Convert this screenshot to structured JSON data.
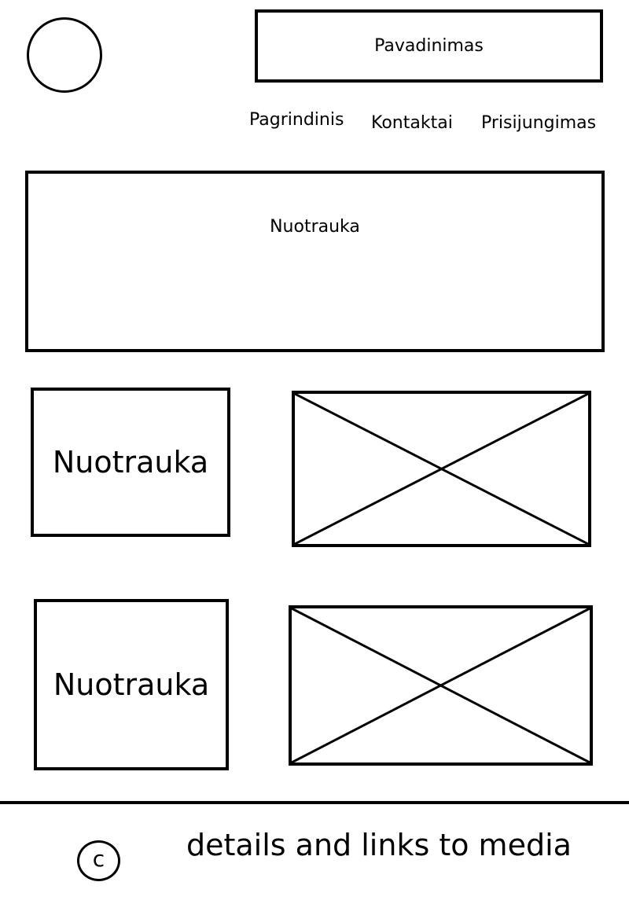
{
  "header": {
    "logo_icon": "circle-logo-icon",
    "title": "Pavadinimas"
  },
  "nav": {
    "items": [
      {
        "label": "Pagrindinis"
      },
      {
        "label": "Kontaktai"
      },
      {
        "label": "Prisijungimas"
      }
    ]
  },
  "hero": {
    "label": "Nuotrauka"
  },
  "rows": [
    {
      "photo_label": "Nuotrauka",
      "placeholder_icon": "image-placeholder-icon"
    },
    {
      "photo_label": "Nuotrauka",
      "placeholder_icon": "image-placeholder-icon"
    }
  ],
  "footer": {
    "copyright_symbol": "c",
    "text": "details and links to media"
  }
}
